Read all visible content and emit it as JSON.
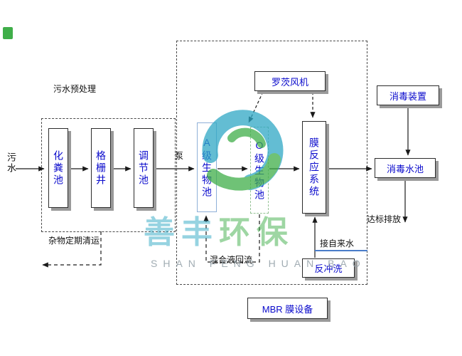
{
  "colors": {
    "box_text": "#0a0acc",
    "shadow": "#9a9a9a",
    "line": "#1a1a1a",
    "tap_line": "#4a7dc9",
    "wm_teal": "#2fa8c5",
    "wm_green": "#3fae49",
    "wm_gray": "#97a4ab",
    "a_border": "#8fb0d8",
    "o_border": "#95c295"
  },
  "labels": {
    "influent": "污水",
    "pretreatment": "污水预处理",
    "pump": "泵",
    "debris": "杂物定期清运",
    "mixed_return": "混合液回流",
    "tap_water": "接自来水",
    "discharge": "达标排放"
  },
  "boxes": {
    "septic": "化粪池",
    "grille": "格栅井",
    "regulating": "调节池",
    "a_bio": "A级生物池",
    "o_bio": "O级生物池",
    "membrane": "膜反应系统",
    "blower": "罗茨风机",
    "disinfect_device": "消毒装置",
    "disinfect_pool": "消毒水池",
    "backwash": "反冲洗",
    "mbr": "MBR 膜设备"
  },
  "watermark": {
    "cn_left": "善丰",
    "cn_right": "环保",
    "en": "SHAN FENG HUAN BAO"
  }
}
